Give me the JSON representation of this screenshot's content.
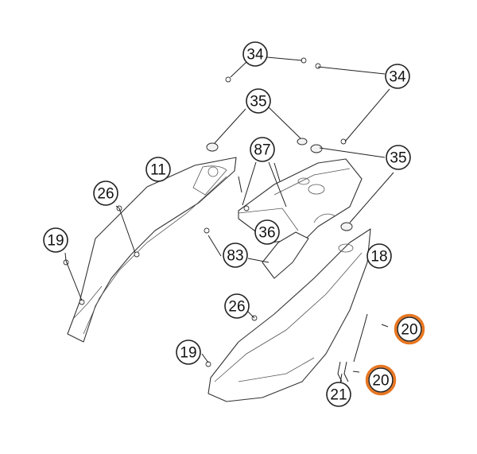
{
  "callouts": [
    {
      "label": "34"
    },
    {
      "label": "34"
    },
    {
      "label": "35"
    },
    {
      "label": "35"
    },
    {
      "label": "87"
    },
    {
      "label": "11"
    },
    {
      "label": "26"
    },
    {
      "label": "19"
    },
    {
      "label": "36"
    },
    {
      "label": "83"
    },
    {
      "label": "18"
    },
    {
      "label": "26"
    },
    {
      "label": "19"
    },
    {
      "label": "20",
      "highlighted": true
    },
    {
      "label": "20",
      "highlighted": true
    },
    {
      "label": "21"
    }
  ],
  "highlight_color": "#e87722"
}
